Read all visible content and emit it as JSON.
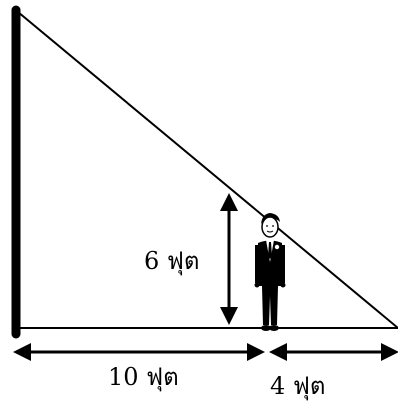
{
  "labels": {
    "height": "6 ฟุต",
    "distance_to_pole": "10 ฟุต",
    "shadow_gap": "4 ฟุต"
  },
  "colors": {
    "ink": "#000000",
    "background": "#ffffff"
  },
  "figure": {
    "icon": "man-in-suit"
  }
}
